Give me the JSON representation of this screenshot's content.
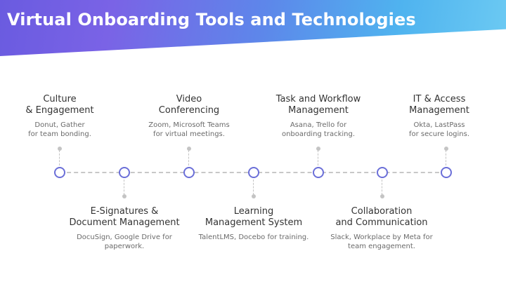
{
  "title": "Virtual Onboarding Tools and Technologies",
  "items": [
    {
      "title": [
        "Culture",
        "& Engagement"
      ],
      "desc": [
        "Donut, Gather",
        "for team bonding."
      ]
    },
    {
      "title": [
        "E-Signatures &",
        "Document Management"
      ],
      "desc": [
        "DocuSign, Google Drive for",
        "paperwork."
      ]
    },
    {
      "title": [
        "Video",
        "Conferencing"
      ],
      "desc": [
        "Zoom, Microsoft Teams",
        "for virtual meetings."
      ]
    },
    {
      "title": [
        "Learning",
        "Management System"
      ],
      "desc": [
        "TalentLMS, Docebo for training."
      ]
    },
    {
      "title": [
        "Task and Workflow",
        "Management"
      ],
      "desc": [
        "Asana, Trello for",
        "onboarding tracking."
      ]
    },
    {
      "title": [
        "Collaboration",
        "and Communication"
      ],
      "desc": [
        "Slack, Workplace by Meta for",
        "team engagement."
      ]
    },
    {
      "title": [
        "IT & Access",
        "Management"
      ],
      "desc": [
        "Okta, LastPass",
        "for secure logins."
      ]
    }
  ],
  "colors": {
    "node_border": "#6b6fd8",
    "connector": "#c4c4c4",
    "header_start": "#6a5be0",
    "header_end": "#6ccaf3"
  }
}
